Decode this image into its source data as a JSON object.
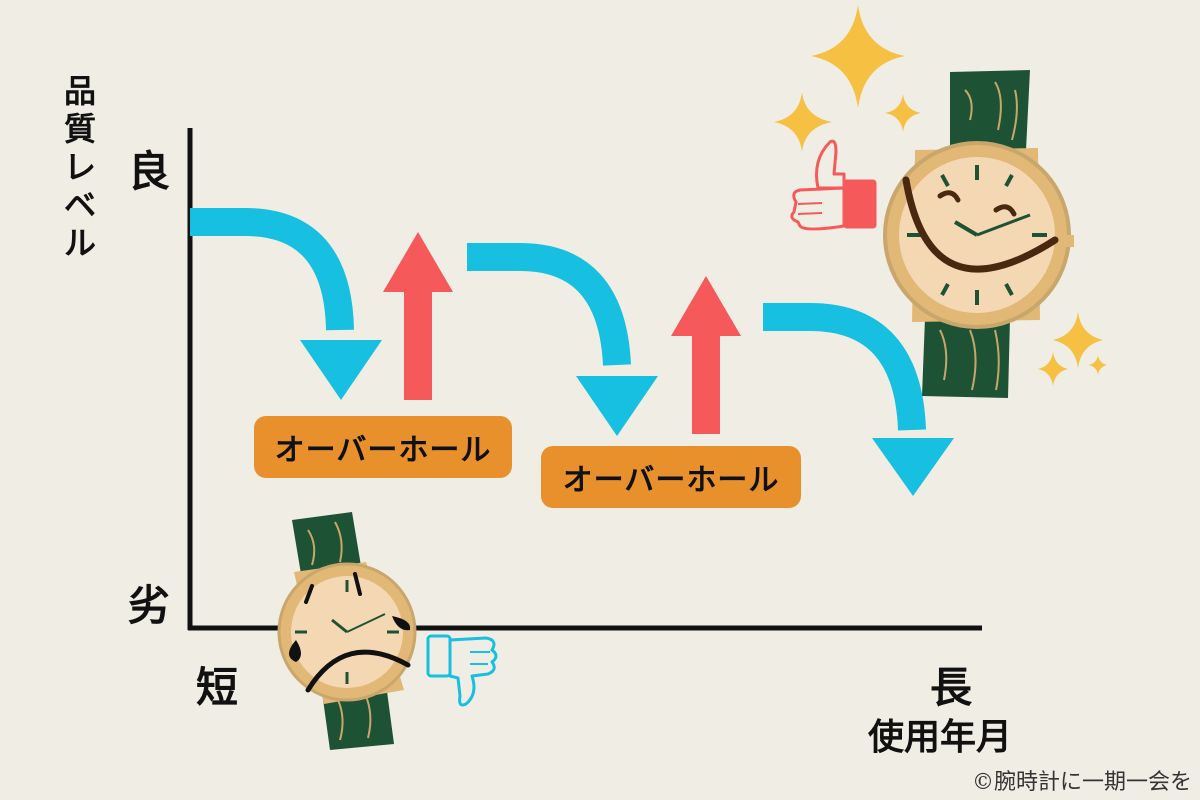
{
  "diagram": {
    "y_axis_title": "品質レベル",
    "y_top_label": "良",
    "y_bottom_label": "劣",
    "x_left_label": "短",
    "x_right_label": "長",
    "x_axis_title": "使用年月",
    "overhaul_labels": [
      "オーバーホール",
      "オーバーホール"
    ],
    "copyright": "©腕時計に一期一会を"
  },
  "colors": {
    "decline_arrow": "#17bfe0",
    "overhaul_arrow": "#f6595a",
    "overhaul_box": "#e8912c",
    "watch_strap": "#1e5234",
    "watch_case": "#e2b877",
    "watch_face": "#f4d8b4",
    "sparkle": "#f6c042",
    "background": "#f0ede4"
  },
  "icons": [
    "happy-watch-icon",
    "sad-watch-icon",
    "thumbs-up-icon",
    "thumbs-down-icon",
    "sparkle-icon"
  ]
}
